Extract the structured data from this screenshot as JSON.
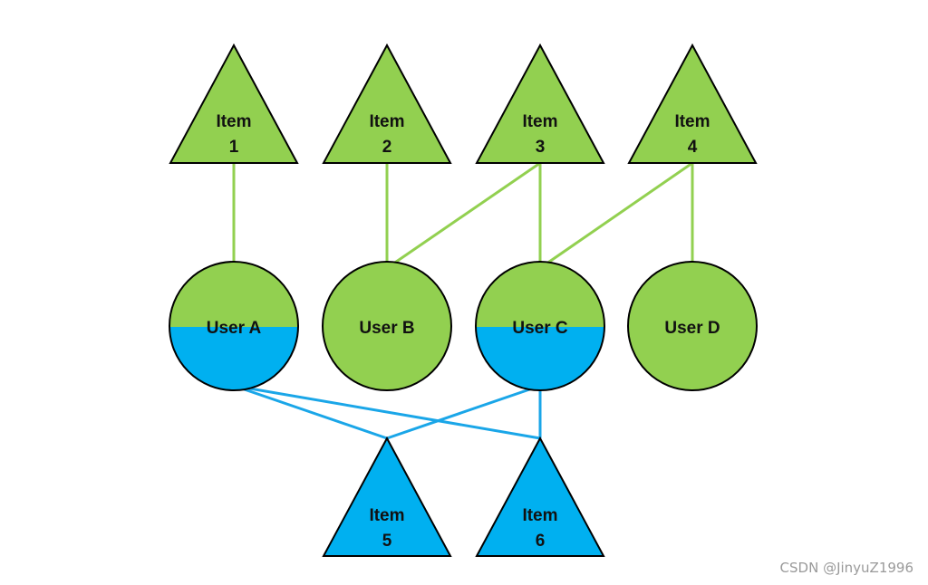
{
  "colors": {
    "green": "#92d050",
    "blue": "#00b0f0",
    "outline": "#000000",
    "green_edge": "#92d050",
    "blue_edge": "#1aa6e8"
  },
  "nodes": {
    "item1": {
      "line1": "Item",
      "line2": "1"
    },
    "item2": {
      "line1": "Item",
      "line2": "2"
    },
    "item3": {
      "line1": "Item",
      "line2": "3"
    },
    "item4": {
      "line1": "Item",
      "line2": "4"
    },
    "item5": {
      "line1": "Item",
      "line2": "5"
    },
    "item6": {
      "line1": "Item",
      "line2": "6"
    },
    "userA": {
      "label": "User A"
    },
    "userB": {
      "label": "User B"
    },
    "userC": {
      "label": "User C"
    },
    "userD": {
      "label": "User D"
    }
  },
  "edges": [
    {
      "from": "item1",
      "to": "userA",
      "group": "green"
    },
    {
      "from": "item2",
      "to": "userB",
      "group": "green"
    },
    {
      "from": "item3",
      "to": "userB",
      "group": "green"
    },
    {
      "from": "item3",
      "to": "userC",
      "group": "green"
    },
    {
      "from": "item4",
      "to": "userC",
      "group": "green"
    },
    {
      "from": "item4",
      "to": "userD",
      "group": "green"
    },
    {
      "from": "userA",
      "to": "item5",
      "group": "blue"
    },
    {
      "from": "userA",
      "to": "item6",
      "group": "blue"
    },
    {
      "from": "userC",
      "to": "item5",
      "group": "blue"
    },
    {
      "from": "userC",
      "to": "item6",
      "group": "blue"
    }
  ],
  "watermark": "CSDN @JinyuZ1996"
}
